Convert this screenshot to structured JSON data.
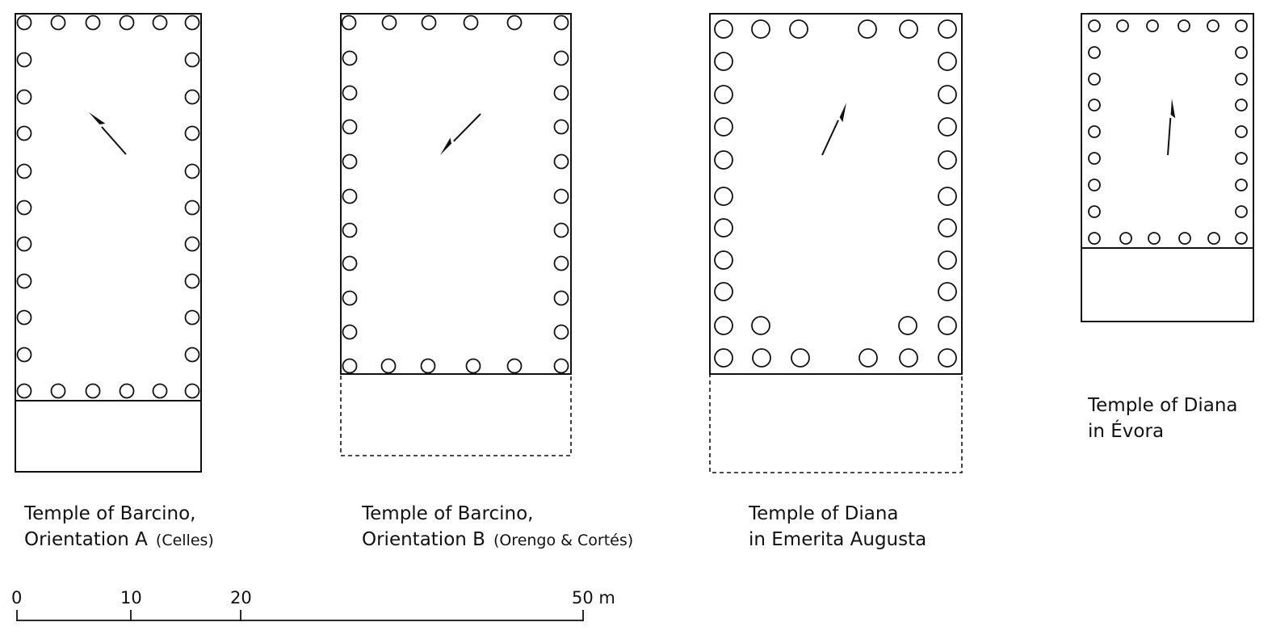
{
  "temples": [
    {
      "name": "Temple of Barcino,",
      "line2": "Orientation A",
      "note": "(Celles)",
      "pronaos": "solid"
    },
    {
      "name": "Temple of Barcino,",
      "line2": "Orientation B",
      "note": "(Orengo & Cortés)",
      "pronaos": "dashed"
    },
    {
      "name": "Temple of Diana",
      "line2": "in Emerita Augusta",
      "note": "",
      "pronaos": "dashed"
    },
    {
      "name": "Temple of Diana",
      "line2": "in Évora",
      "note": "",
      "pronaos": "solid"
    }
  ],
  "scale": {
    "ticks": [
      "0",
      "10",
      "20",
      "50 m"
    ]
  },
  "colors": {
    "ink": "#111111",
    "background": "#ffffff"
  }
}
